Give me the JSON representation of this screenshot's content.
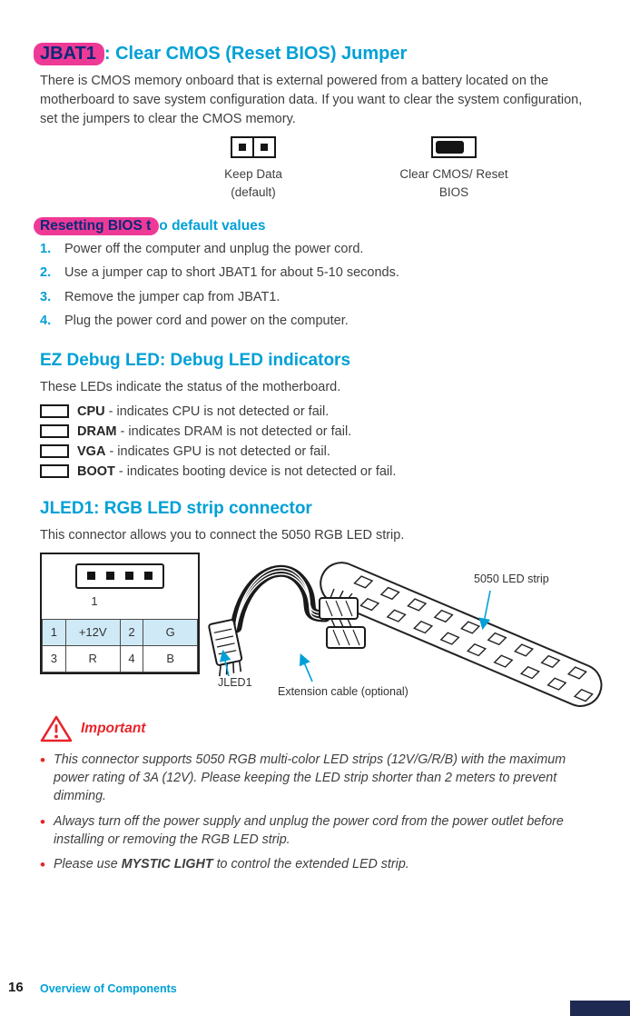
{
  "colors": {
    "accent_cyan": "#00a0d6",
    "highlight_magenta": "#ee3a96",
    "important_red": "#e6252b",
    "body_text": "#3f3f3f",
    "table_blue": "#cfe9f7",
    "edge_tab_navy": "#1f2a52"
  },
  "section_jbat1": {
    "title_highlight": "JBAT1",
    "title_rest": ": Clear CMOS (Reset BIOS) Jumper",
    "body": "There is CMOS memory onboard that is external powered from a battery located on the motherboard to save system configuration data. If you want to clear the system configuration, set the jumpers to clear the CMOS memory.",
    "jumper_keep_label_1": "Keep Data",
    "jumper_keep_label_2": "(default)",
    "jumper_clear_label_1": "Clear CMOS/ Reset",
    "jumper_clear_label_2": "BIOS"
  },
  "section_reset": {
    "title_highlight": "Resetting BIOS t",
    "title_rest": "o default values",
    "steps": [
      {
        "num": "1.",
        "text": "Power off the computer and unplug the power cord."
      },
      {
        "num": "2.",
        "text": "Use a jumper cap to short JBAT1 for about 5-10 seconds."
      },
      {
        "num": "3.",
        "text": "Remove the jumper cap from JBAT1."
      },
      {
        "num": "4.",
        "text": "Plug the power cord and power on the computer."
      }
    ]
  },
  "section_ezdebug": {
    "title": "EZ Debug LED: Debug LED indicators",
    "body": "These LEDs indicate the status of the motherboard.",
    "leds": [
      {
        "label": "CPU",
        "text": " - indicates CPU is not detected or fail."
      },
      {
        "label": "DRAM",
        "text": " - indicates DRAM is not detected or fail."
      },
      {
        "label": "VGA",
        "text": " - indicates GPU is not detected or fail."
      },
      {
        "label": "BOOT",
        "text": " - indicates booting device is not detected or fail."
      }
    ]
  },
  "section_jled1": {
    "title": "JLED1: RGB LED strip connector",
    "body": "This connector allows you to connect the 5050 RGB LED strip.",
    "pin_label": "1",
    "pin_table": [
      [
        "1",
        "+12V",
        "2",
        "G"
      ],
      [
        "3",
        "R",
        "4",
        "B"
      ]
    ],
    "callout_strip": "5050 LED strip",
    "callout_connector": "JLED1",
    "callout_cable": "Extension cable (optional)"
  },
  "important": {
    "title": "Important",
    "bullet1": "This connector supports 5050 RGB multi-color LED strips (12V/G/R/B) with the maximum power rating of 3A (12V). Please keeping the LED strip shorter than 2 meters to prevent dimming.",
    "bullet2": "Always turn off the power supply and unplug the power cord from the power outlet before installing or removing the RGB LED strip.",
    "bullet3_pre": "Please use ",
    "bullet3_bold": "MYSTIC LIGHT",
    "bullet3_post": " to control the extended LED strip."
  },
  "footer": {
    "page_number": "16",
    "section_name": "Overview of Components"
  }
}
